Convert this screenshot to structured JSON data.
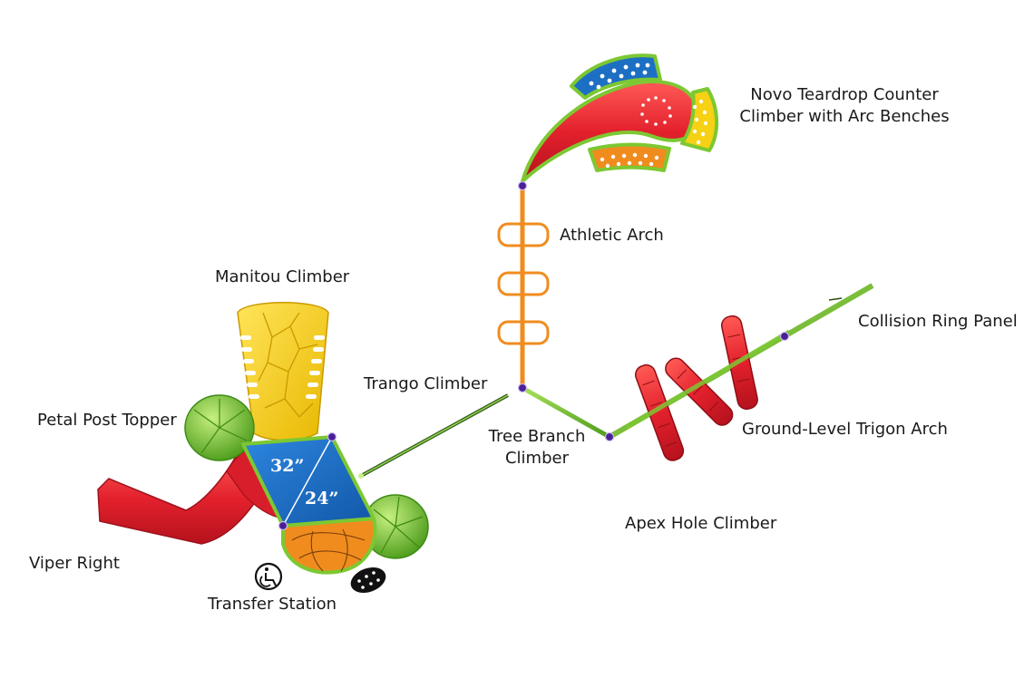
{
  "labels": {
    "novo_line1": "Novo Teardrop Counter",
    "novo_line2": "Climber with Arc Benches",
    "athletic_arch": "Athletic Arch",
    "manitou": "Manitou Climber",
    "trango": "Trango Climber",
    "collision_ring": "Collision Ring Panel",
    "petal": "Petal Post Topper",
    "tree_line1": "Tree Branch",
    "tree_line2": "Climber",
    "trigon": "Ground-Level Trigon Arch",
    "apex": "Apex Hole Climber",
    "viper": "Viper Right",
    "transfer": "Transfer Station"
  },
  "deck_dims": {
    "upper": "32”",
    "lower": "24”"
  },
  "icons": [
    "accessibility-icon"
  ],
  "colors": {
    "green": "#7dc832",
    "red": "#e3212d",
    "deck_blue": "#1d6fc4",
    "yellow": "#f6d114",
    "orange": "#f08c1e",
    "post_purple": "#4b1f96"
  }
}
